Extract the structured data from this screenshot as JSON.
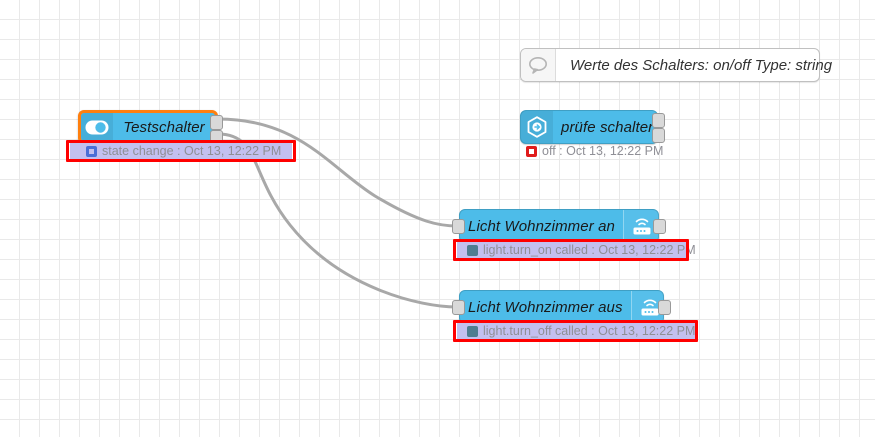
{
  "canvas": {
    "name": "node-red-flow-canvas",
    "background": "#ffffff",
    "grid_color": "#e9e9e9",
    "grid_size": 20
  },
  "palette": {
    "node_fill": "#4dbce9",
    "node_stroke": "#3f9fc4",
    "selected_border": "#ff7f0e",
    "wire_color": "#a8a8a8",
    "port_fill": "#d9d9d9",
    "status_text": "#8f8f96",
    "selection_highlight": "#c3c0ef",
    "annotation_red": "#ff0000"
  },
  "comment": {
    "icon": "speech-bubble-icon",
    "text": "Werte des Schalters: on/off Type: string"
  },
  "nodes": [
    {
      "id": "testschalter",
      "label": "Testschalter",
      "icon": "toggle-switch-icon",
      "icon_side": "left",
      "selected": true,
      "outputs": 2,
      "inputs": 0,
      "status": {
        "icon": "square-ring-blue-icon",
        "dot_class": "dot-ring-blue",
        "text": "state change : Oct 13, 12:22 PM",
        "highlighted": true,
        "annotated": true
      }
    },
    {
      "id": "pruefe-schalter",
      "label": "prüfe schalter",
      "icon": "hexagon-arrow-icon",
      "icon_side": "left",
      "selected": false,
      "outputs": 2,
      "inputs": 0,
      "status": {
        "icon": "square-ring-red-icon",
        "dot_class": "dot-ring-red",
        "text": "off : Oct 13, 12:22 PM",
        "highlighted": false,
        "annotated": false
      }
    },
    {
      "id": "licht-wohnzimmer-an",
      "label": "Licht Wohnzimmer an",
      "icon": "router-wifi-icon",
      "icon_side": "right",
      "selected": false,
      "outputs": 1,
      "inputs": 1,
      "status": {
        "icon": "square-fill-grey-icon",
        "dot_class": "dot-fill-grey",
        "text": "light.turn_on called : Oct 13, 12:22 PM",
        "highlighted": true,
        "annotated": true
      }
    },
    {
      "id": "licht-wohnzimmer-aus",
      "label": "Licht Wohnzimmer aus",
      "icon": "router-wifi-icon",
      "icon_side": "right",
      "selected": false,
      "outputs": 1,
      "inputs": 1,
      "status": {
        "icon": "square-fill-grey-icon",
        "dot_class": "dot-fill-grey",
        "text": "light.turn_off called : Oct 13, 12:22 PM",
        "highlighted": true,
        "annotated": true
      }
    }
  ],
  "wires": [
    {
      "name": "wire-testschalter-out1-to-licht-an",
      "from": "testschalter",
      "to": "licht-wohnzimmer-an"
    },
    {
      "name": "wire-testschalter-out2-to-licht-aus",
      "from": "testschalter",
      "to": "licht-wohnzimmer-aus"
    }
  ]
}
